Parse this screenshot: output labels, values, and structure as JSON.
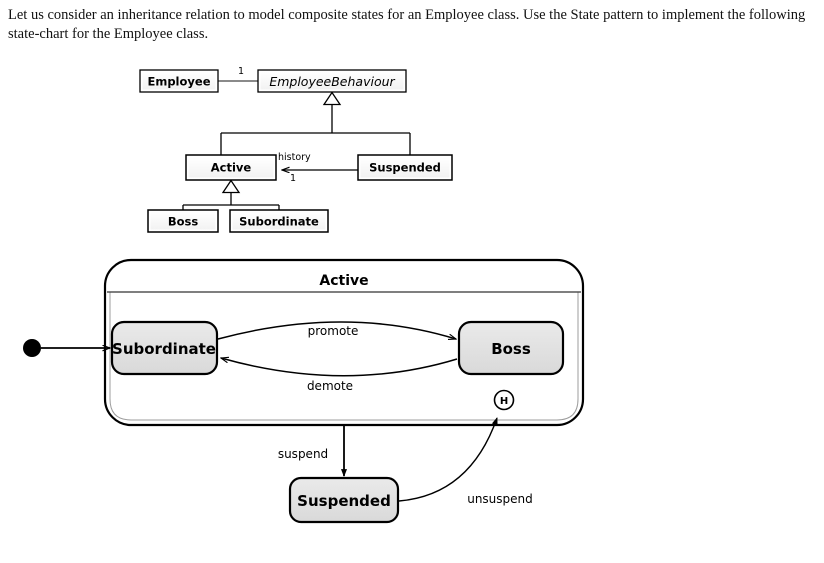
{
  "prompt": {
    "text": "Let us consider an inheritance relation to model composite states for an Employee class. Use the State pattern to implement the following state-chart for the Employee class."
  },
  "class_diagram": {
    "classes": [
      {
        "id": "employee",
        "label": "Employee",
        "italic": false
      },
      {
        "id": "employee_behaviour",
        "label": "EmployeeBehaviour",
        "italic": true
      },
      {
        "id": "active",
        "label": "Active",
        "italic": false
      },
      {
        "id": "suspended",
        "label": "Suspended",
        "italic": false
      },
      {
        "id": "boss",
        "label": "Boss",
        "italic": false
      },
      {
        "id": "subordinate",
        "label": "Subordinate",
        "italic": false
      }
    ],
    "association_multiplicity_top": "1",
    "history_association_label": "history",
    "history_multiplicity": "1"
  },
  "state_chart": {
    "composite_state": {
      "label": "Active"
    },
    "substates": [
      {
        "id": "subordinate",
        "label": "Subordinate"
      },
      {
        "id": "boss",
        "label": "Boss"
      }
    ],
    "outer_state": {
      "id": "suspended",
      "label": "Suspended"
    },
    "history_pseudostate": {
      "label": "H"
    },
    "transitions": [
      {
        "id": "promote",
        "label": "promote"
      },
      {
        "id": "demote",
        "label": "demote"
      },
      {
        "id": "suspend",
        "label": "suspend"
      },
      {
        "id": "unsuspend",
        "label": "unsuspend"
      }
    ]
  },
  "colors": {
    "state_fill": "#e2e2e2",
    "class_fill": "#ffffff",
    "stroke": "#000000",
    "divider": "#555555",
    "background": "#ffffff"
  }
}
